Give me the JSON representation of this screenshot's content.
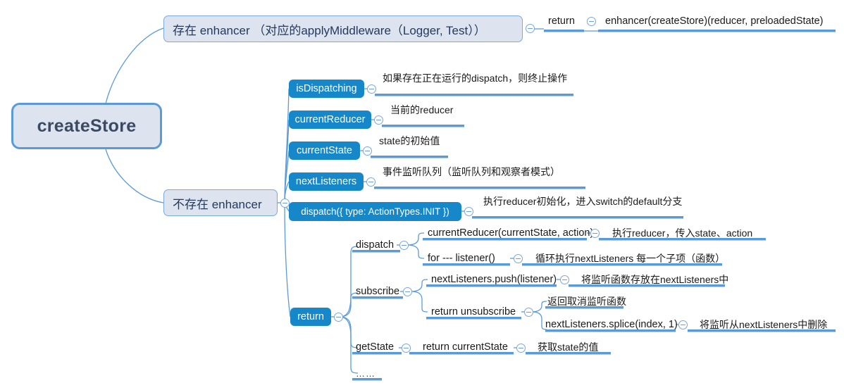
{
  "diagram": {
    "title": "createStore",
    "type": "mind-map",
    "theme": {
      "root_fill": "#dde4ef",
      "root_border": "#5b9bd5",
      "root_text": "#3b4a63",
      "branch_fill": "#dde4ef",
      "branch_border": "#7aaad8",
      "pill_fill": "#1687c9",
      "pill_text": "#ffffff",
      "edge_color": "#5b9bd5",
      "underline_color": "#5b9bd5",
      "background": "#ffffff"
    }
  },
  "nodes": {
    "root": {
      "label": "createStore"
    },
    "has_enhancer": {
      "label": "存在 enhancer （对应的applyMiddleware（Logger, Test））"
    },
    "has_enhancer_return": {
      "label": "return"
    },
    "has_enhancer_return_detail": {
      "label": "enhancer(createStore)(reducer, preloadedState)"
    },
    "no_enhancer": {
      "label": "不存在 enhancer"
    },
    "is_dispatching": {
      "label": "isDispatching"
    },
    "is_dispatching_desc": {
      "label": "如果存在正在运行的dispatch，则终止操作"
    },
    "current_reducer": {
      "label": "currentReducer"
    },
    "current_reducer_desc": {
      "label": "当前的reducer"
    },
    "current_state": {
      "label": "currentState"
    },
    "current_state_desc": {
      "label": "state的初始值"
    },
    "next_listeners": {
      "label": "nextListeners"
    },
    "next_listeners_desc": {
      "label": "事件监听队列（监听队列和观察者模式）"
    },
    "dispatch_init": {
      "label": "dispatch({ type: ActionTypes.INIT })"
    },
    "dispatch_init_desc": {
      "label": "执行reducer初始化，进入switch的default分支"
    },
    "return": {
      "label": "return"
    },
    "dispatch": {
      "label": "dispatch"
    },
    "dispatch_child_1": {
      "label": "currentReducer(currentState, action)"
    },
    "dispatch_child_1_desc": {
      "label": "执行reducer，传入state、action"
    },
    "dispatch_child_2": {
      "label": "for --- listener()"
    },
    "dispatch_child_2_desc": {
      "label": "循环执行nextListeners 每一个子项（函数）"
    },
    "subscribe": {
      "label": "subscribe"
    },
    "subscribe_child_1": {
      "label": "nextListeners.push(listener)"
    },
    "subscribe_child_1_desc": {
      "label": "将监听函数存放在nextListeners中"
    },
    "subscribe_child_2": {
      "label": "return unsubscribe"
    },
    "subscribe_child_2_desc": {
      "label": "返回取消监听函数"
    },
    "subscribe_grandchild": {
      "label": "nextListeners.splice(index, 1)"
    },
    "subscribe_grandchild_desc": {
      "label": "将监听从nextListeners中删除"
    },
    "get_state": {
      "label": "getState"
    },
    "get_state_child": {
      "label": "return currentState"
    },
    "get_state_child_desc": {
      "label": "获取state的值"
    },
    "ellipsis": {
      "label": "……"
    }
  }
}
